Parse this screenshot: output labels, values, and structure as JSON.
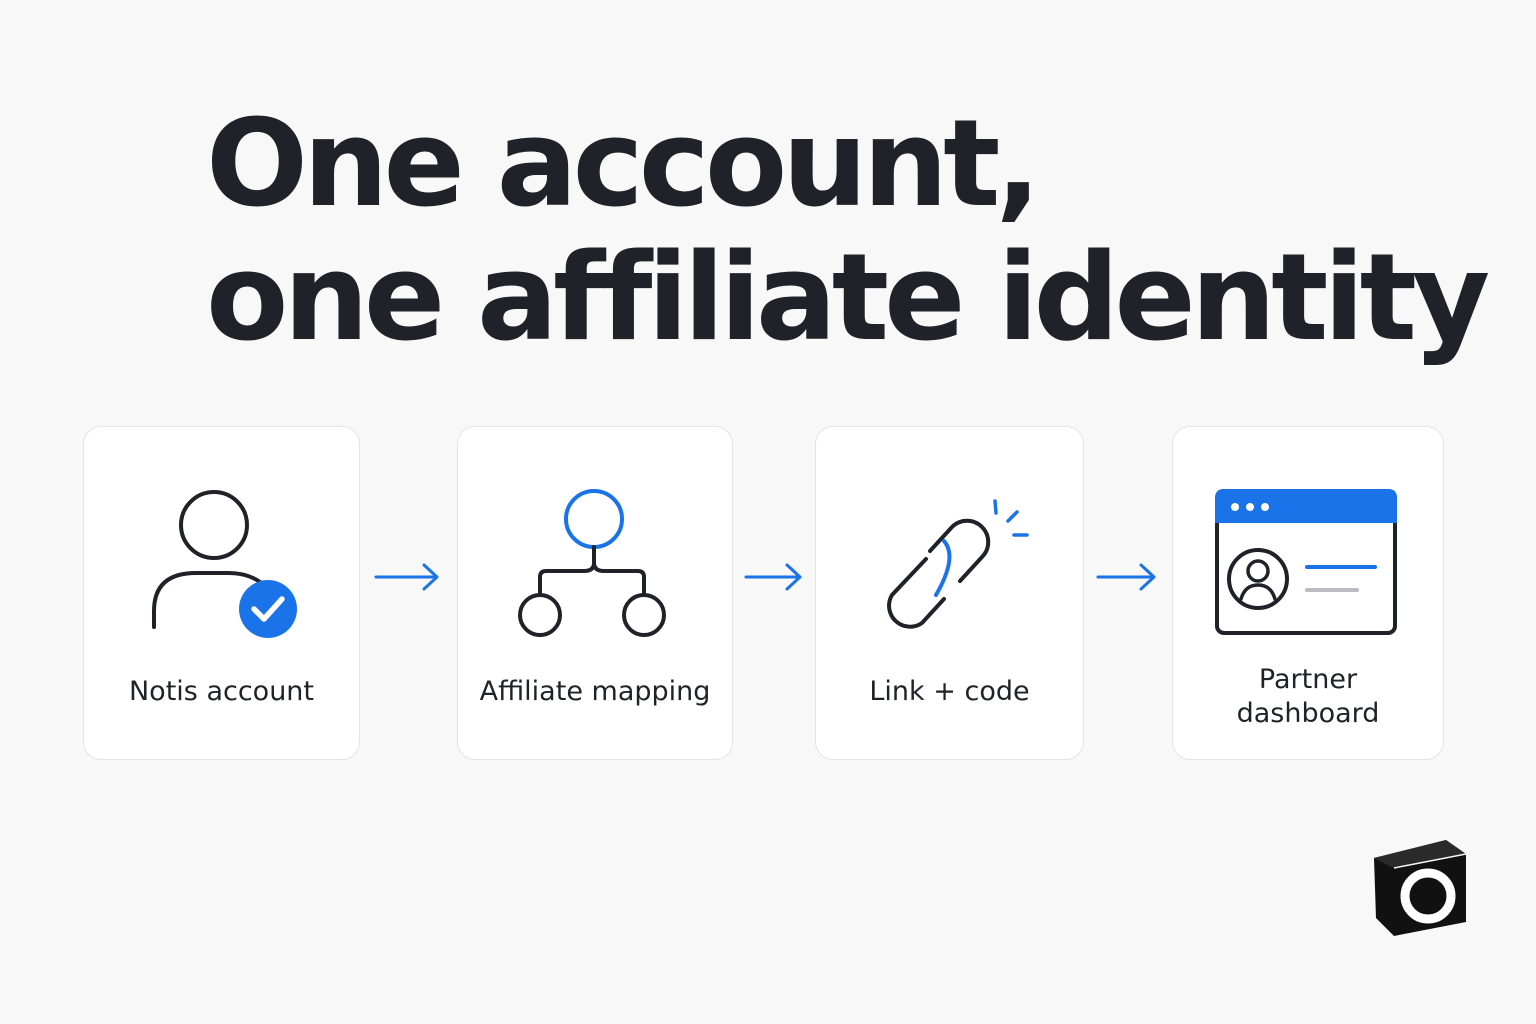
{
  "headline": {
    "line1": "One account,",
    "line2": "one affiliate identity"
  },
  "steps": [
    {
      "label": "Notis account",
      "icon": "user-check-icon"
    },
    {
      "label": "Affiliate mapping",
      "icon": "hierarchy-icon"
    },
    {
      "label": "Link + code",
      "icon": "link-icon"
    },
    {
      "label_line1": "Partner",
      "label_line2": "dashboard",
      "icon": "browser-profile-icon"
    }
  ],
  "colors": {
    "background": "#f8f8f8",
    "text": "#1f2228",
    "accent": "#1a73e8",
    "card_border": "#e2e4e8",
    "muted_line": "#b9bcc2"
  },
  "logo": {
    "icon": "notion-cube-logo"
  }
}
